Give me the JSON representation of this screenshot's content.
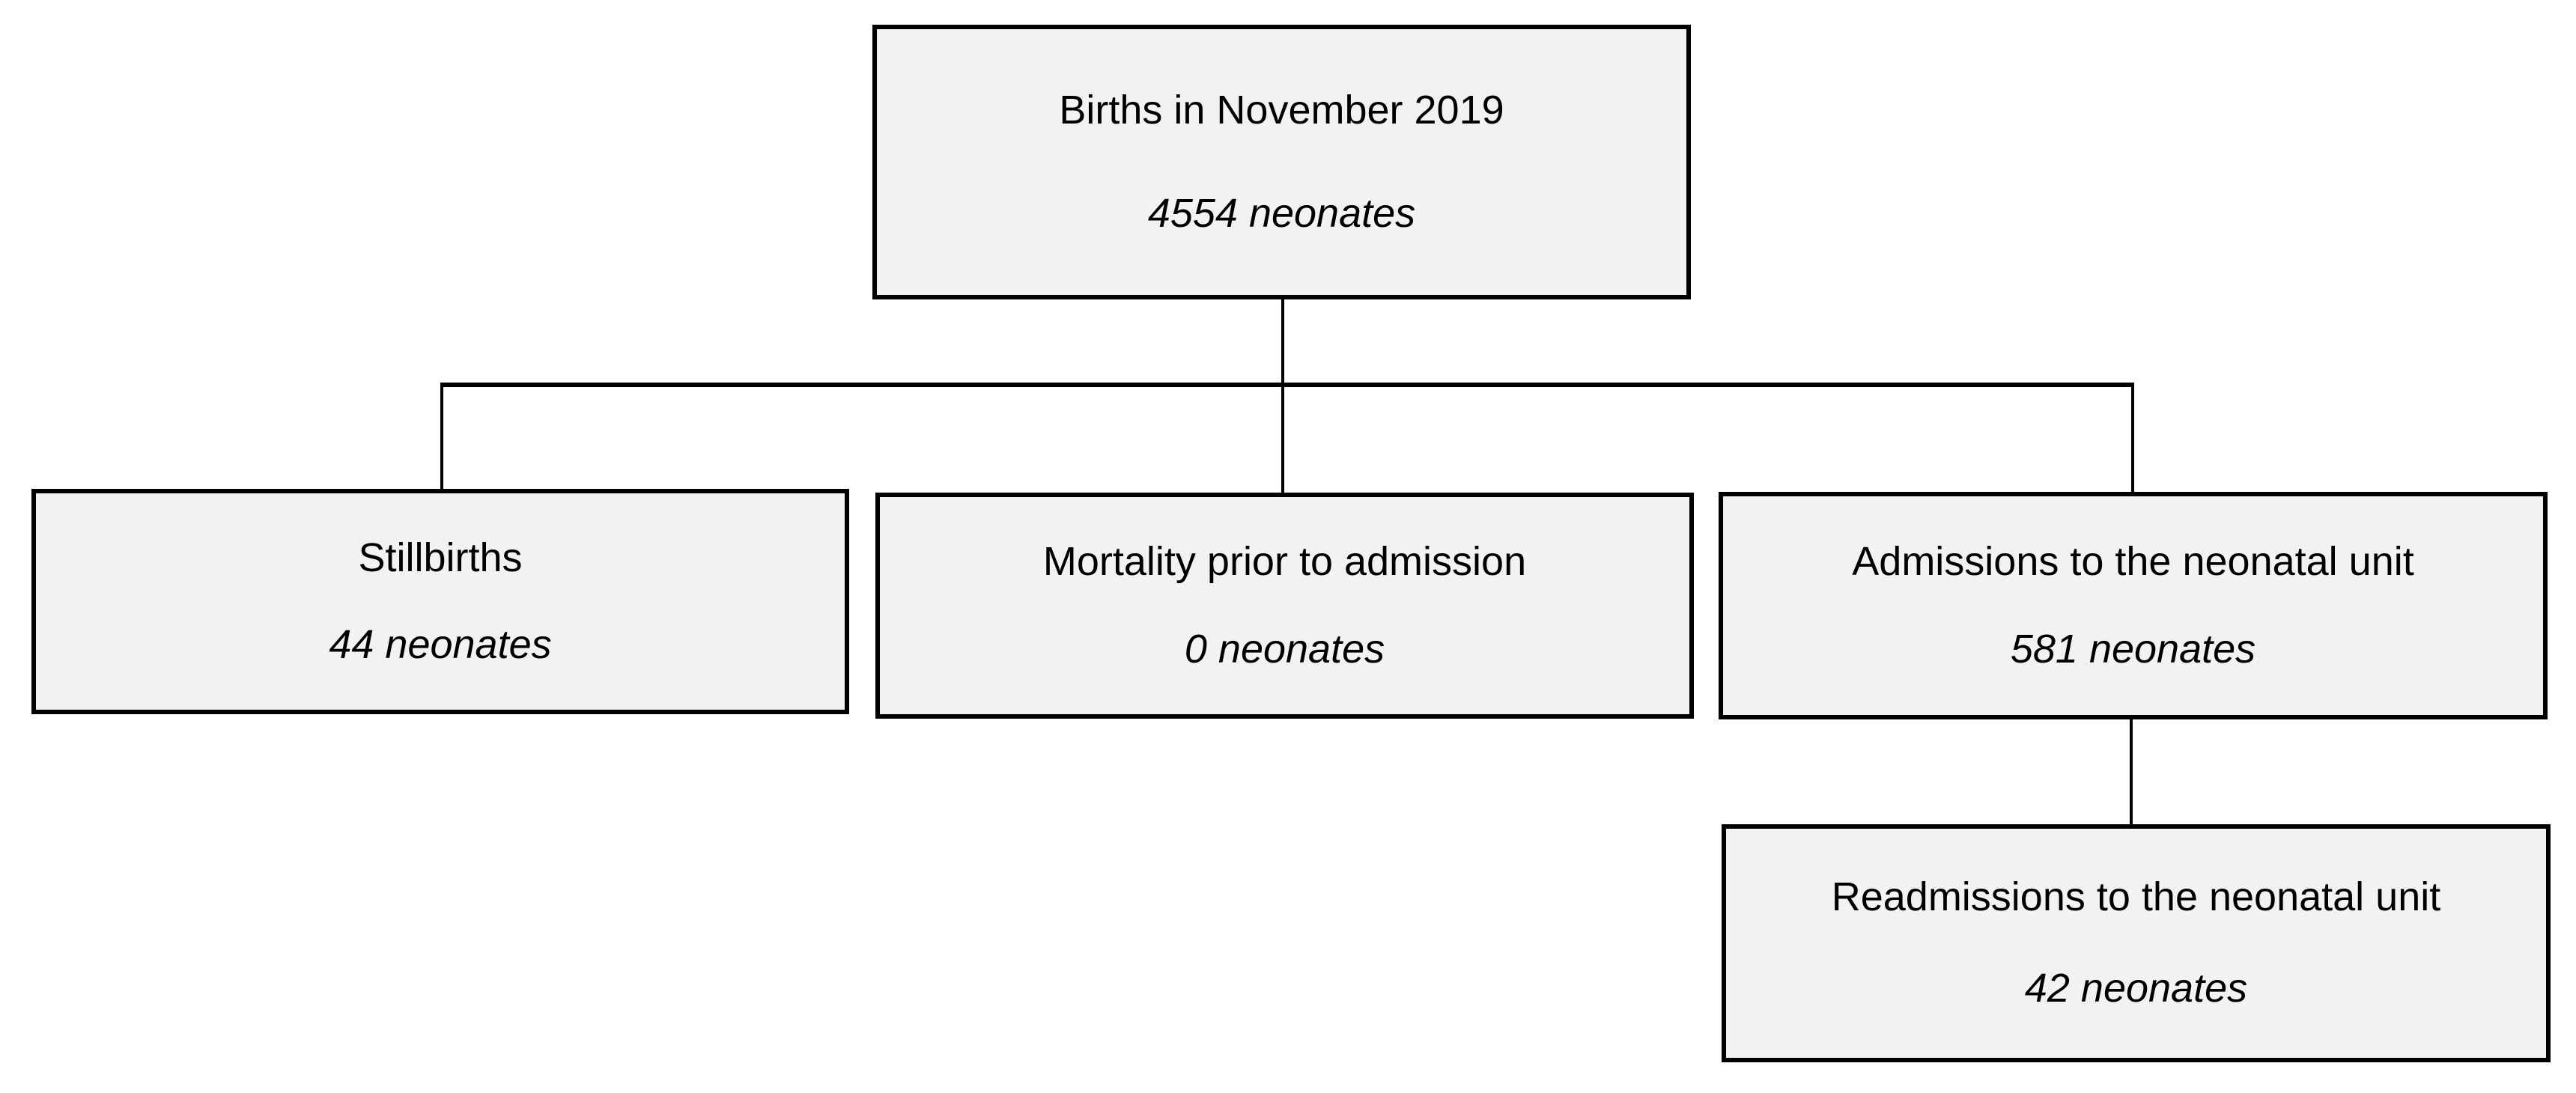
{
  "diagram": {
    "type": "flowchart",
    "nodes": [
      {
        "id": "births",
        "title": "Births in November 2019",
        "value": "4554 neonates"
      },
      {
        "id": "stillbirths",
        "title": "Stillbirths",
        "value": "44 neonates"
      },
      {
        "id": "mortality",
        "title": "Mortality prior to admission",
        "value": "0 neonates"
      },
      {
        "id": "admissions",
        "title": "Admissions to the neonatal unit",
        "value": "581 neonates"
      },
      {
        "id": "readmissions",
        "title": "Readmissions to the neonatal unit",
        "value": "42 neonates"
      }
    ],
    "edges": [
      {
        "from": "births",
        "to": "stillbirths"
      },
      {
        "from": "births",
        "to": "mortality"
      },
      {
        "from": "births",
        "to": "admissions"
      },
      {
        "from": "admissions",
        "to": "readmissions"
      }
    ],
    "colors": {
      "box_fill": "#f2f2f2",
      "box_border": "#000000",
      "line_color": "#000000",
      "text_color": "#000000",
      "background": "#ffffff"
    }
  }
}
